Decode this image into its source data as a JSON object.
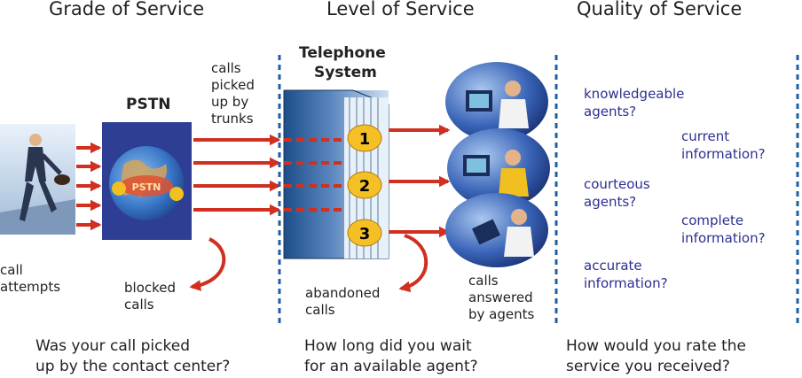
{
  "headers": {
    "grade": "Grade of Service",
    "level": "Level of Service",
    "quality": "Quality of Service"
  },
  "diagram": {
    "pstn_title": "PSTN",
    "pstn_globe_label": "PSTN",
    "telephone_title_1": "Telephone",
    "telephone_title_2": "System",
    "trunk_label": [
      "calls",
      "picked",
      "up by",
      "trunks"
    ],
    "call_attempts": [
      "call",
      "attempts"
    ],
    "blocked_calls": [
      "blocked",
      "calls"
    ],
    "abandoned_calls": [
      "abandoned",
      "calls"
    ],
    "answered_by_agents": [
      "calls",
      "answered",
      "by agents"
    ],
    "trunk_numbers": [
      "1",
      "2",
      "3"
    ]
  },
  "quality_items": [
    {
      "line1": "knowledgeable",
      "line2": "agents?"
    },
    {
      "line1": "current",
      "line2": "information?"
    },
    {
      "line1": "courteous",
      "line2": "agents?"
    },
    {
      "line1": "complete",
      "line2": "information?"
    },
    {
      "line1": "accurate",
      "line2": "information?"
    }
  ],
  "questions": {
    "grade": [
      "Was your call picked",
      "up by the contact center?"
    ],
    "level": [
      "How long did you wait",
      "for an available agent?"
    ],
    "quality": [
      "How would you rate the",
      "service you received?"
    ]
  },
  "colors": {
    "arrow_red": "#d03020",
    "divider_blue": "#1f5fa6",
    "quality_text": "#2b2f8f",
    "pstn_bg": "#2e3e94"
  }
}
